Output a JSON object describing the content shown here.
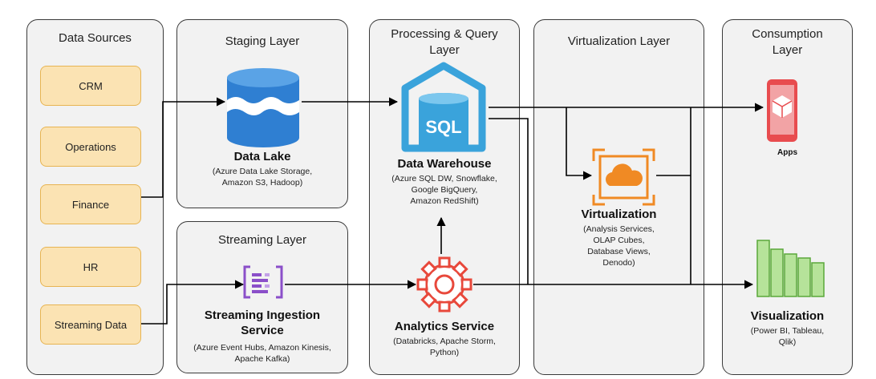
{
  "panels": {
    "data_sources": "Data Sources",
    "staging": "Staging Layer",
    "processing": [
      "Processing & Query",
      "Layer"
    ],
    "virtualization": "Virtualization Layer",
    "consumption": [
      "Consumption",
      "Layer"
    ],
    "streaming": "Streaming Layer"
  },
  "sources": [
    "CRM",
    "Operations",
    "Finance",
    "HR",
    "Streaming Data"
  ],
  "components": {
    "data_lake": {
      "title": "Data Lake",
      "desc": [
        "(Azure Data Lake Storage,",
        "Amazon S3, Hadoop)"
      ]
    },
    "data_warehouse": {
      "title": "Data Warehouse",
      "icon_text": "SQL",
      "desc": [
        "(Azure SQL DW, Snowflake,",
        "Google BigQuery,",
        "Amazon RedShift)"
      ]
    },
    "streaming_ingestion": {
      "title": [
        "Streaming Ingestion",
        "Service"
      ],
      "desc": [
        "(Azure Event Hubs, Amazon Kinesis,",
        "Apache Kafka)"
      ]
    },
    "analytics": {
      "title": "Analytics Service",
      "desc": [
        "(Databricks, Apache Storm,",
        "Python)"
      ]
    },
    "virtualization": {
      "title": "Virtualization",
      "desc": [
        "(Analysis Services,",
        "OLAP Cubes,",
        "Database Views,",
        "Denodo)"
      ]
    },
    "apps": {
      "title": "Apps"
    },
    "visualization": {
      "title": "Visualization",
      "desc": [
        "(Power BI, Tableau,",
        "Qlik)"
      ]
    }
  },
  "colors": {
    "panel_fill": "#f2f2f2",
    "source_fill": "#fbe3b3",
    "source_border": "#e7b452",
    "lake_blue": "#2f7fd2",
    "warehouse_blue": "#3aa3db",
    "stream_purple": "#8b4fc9",
    "analytics_red": "#e8483b",
    "virtual_orange": "#f08a24",
    "apps_red": "#e84c4f",
    "viz_green": "#7ac143"
  }
}
